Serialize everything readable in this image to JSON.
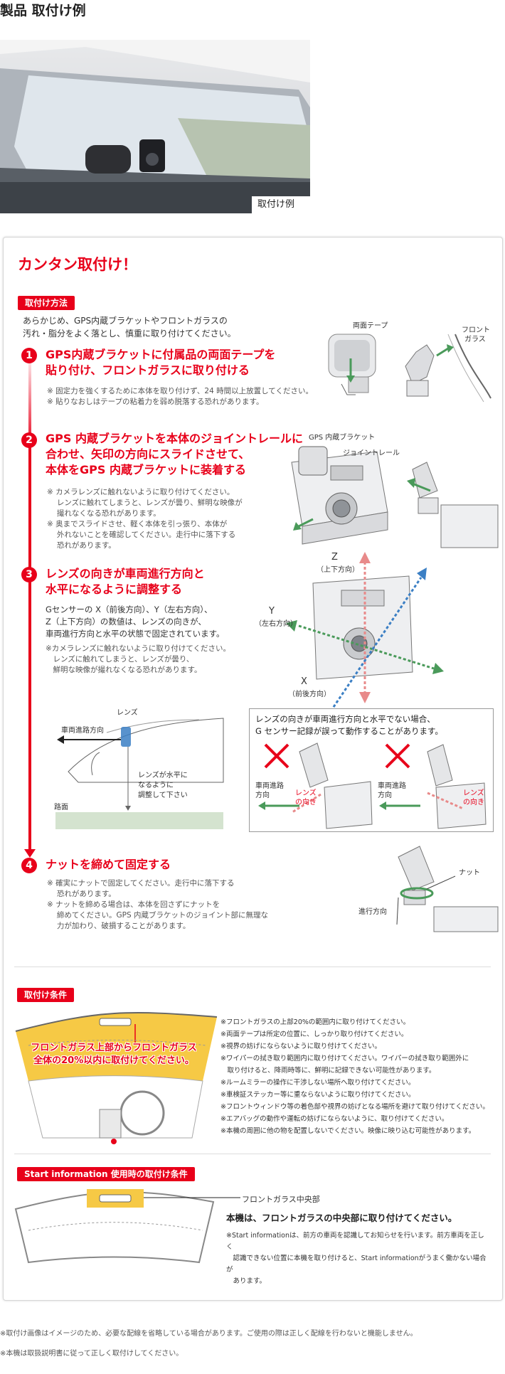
{
  "page_title": "製品 取付け例",
  "photo_caption": "取付け例",
  "main_heading": "カンタン取付け！",
  "method": {
    "label": "取付け方法",
    "intro": [
      "あらかじめ、GPS内蔵ブラケットやフロントガラスの",
      "汚れ・脂分をよく落とし、慎重に取り付けてください。"
    ]
  },
  "steps": [
    {
      "num": "1",
      "title": [
        "GPS内蔵ブラケットに付属品の両面テープを",
        "貼り付け、フロントガラスに取り付ける"
      ],
      "notes": [
        "※ 固定力を強くするために本体を取り付けず、24 時間以上放置してください。",
        "※ 貼りなおしはテープの粘着力を弱め脱落する恐れがあります。"
      ],
      "diagram_labels": [
        "両面テープ",
        "フロント",
        "ガラス"
      ]
    },
    {
      "num": "2",
      "title": [
        "GPS 内蔵ブラケットを本体のジョイントレールに",
        "合わせ、矢印の方向にスライドさせて、",
        "本体をGPS 内蔵ブラケットに装着する"
      ],
      "notes": [
        "※ カメラレンズに触れないように取り付けてください。",
        "　 レンズに触れてしまうと、レンズが曇り、鮮明な映像が",
        "　 撮れなくなる恐れがあります。",
        "※ 奥までスライドさせ、軽く本体を引っ張り、本体が",
        "　 外れないことを確認してください。走行中に落下する",
        "　 恐れがあります。"
      ],
      "diagram_labels": [
        "GPS 内蔵ブラケット",
        "ジョイントレール"
      ]
    },
    {
      "num": "3",
      "title": [
        "レンズの向きが車両進行方向と",
        "水平になるように調整する"
      ],
      "body": [
        "Gセンサーの X（前後方向）、Y（左右方向）、",
        "Z（上下方向）の数値は、レンズの向きが、",
        "車両進行方向と水平の状態で固定されています。"
      ],
      "notes": [
        "※カメラレンズに触れないように取り付けてください。",
        "　レンズに触れてしまうと、レンズが曇り、",
        "　鮮明な映像が撮れなくなる恐れがあります。"
      ],
      "axes": {
        "z": "Z",
        "z_sub": "（上下方向）",
        "y": "Y",
        "y_sub": "（左右方向）",
        "x": "X",
        "x_sub": "（前後方向）"
      },
      "car_labels": {
        "lens": "レンズ",
        "direction": "車両進路方向",
        "level": [
          "レンズが水平に",
          "なるように",
          "調整して下さい"
        ],
        "road": "路面"
      },
      "warning": {
        "text": [
          "レンズの向きが車両進行方向と水平でない場合、",
          "G センサー記録が誤って動作することがあります。"
        ],
        "left_dir": [
          "車両進路",
          "方向"
        ],
        "left_lens": [
          "レンズ",
          "の向き"
        ],
        "right_dir": [
          "車両進路",
          "方向"
        ],
        "right_lens": [
          "レンズ",
          "の向き"
        ]
      }
    },
    {
      "num": "4",
      "title": [
        "ナットを締めて固定する"
      ],
      "notes": [
        "※ 確実にナットで固定してください。走行中に落下する",
        "　 恐れがあります。",
        "※ ナットを締める場合は、本体を回さずにナットを",
        "　 締めてください。GPS 内蔵ブラケットのジョイント部に無理な",
        "　 力が加わり、破損することがあります。"
      ],
      "diagram_labels": [
        "ナット",
        "進行方向"
      ]
    }
  ],
  "conditions": {
    "label": "取付け条件",
    "band_text": [
      "フロントガラス上部からフロントガラス",
      "全体の20%以内に取付けてください。"
    ],
    "list": [
      "※フロントガラスの上部20%の範囲内に取り付けてください。",
      "※両面テープは所定の位置に、しっかり取り付けてください。",
      "※視界の妨げにならないように取り付けてください。",
      "※ワイパーの拭き取り範囲内に取り付けてください。ワイパーの拭き取り範囲外に",
      "　取り付けると、降雨時等に、鮮明に記録できない可能性があります。",
      "※ルームミラーの操作に干渉しない場所へ取り付けてください。",
      "※車検証ステッカー等に重ならないように取り付けてください。",
      "※フロントウィンドウ等の着色部や視界の妨げとなる場所を避けて取り付けてください。",
      "※エアバッグの動作や運転の妨げにならないように、取り付けてください。",
      "※本機の周囲に他の物を配置しないでください。映像に映り込む可能性があります。"
    ]
  },
  "start_info": {
    "label": "Start information 使用時の取付け条件",
    "glass_label": "フロントガラス中央部",
    "title": "本機は、フロントガラスの中央部に取り付けてください。",
    "note": [
      "※Start informationは、前方の車両を認識してお知らせを行います。前方車両を正しく",
      "　認識できない位置に本機を取り付けると、Start informationがうまく働かない場合が",
      "　あります。"
    ]
  },
  "footnotes": [
    "※取付け画像はイメージのため、必要な配線を省略している場合があります。ご使用の際は正しく配線を行わないと機能しません。",
    "※本機は取扱説明書に従って正しく取付けしてください。"
  ],
  "colors": {
    "accent": "#e8001a",
    "blue": "#3b7fc4",
    "green": "#4a9a5a",
    "pink": "#e88a8a",
    "yellow": "#f6c945"
  }
}
